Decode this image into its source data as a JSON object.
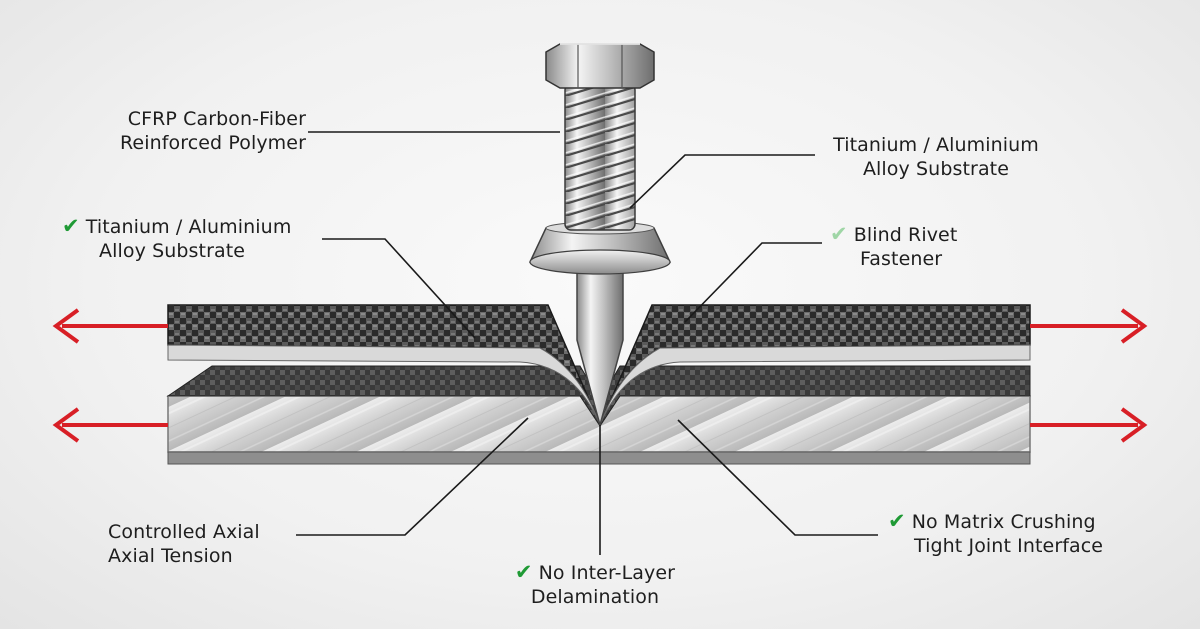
{
  "colors": {
    "check": "#1f9a35",
    "check_faded": "#9fd6a6",
    "arrow": "#d81f26",
    "leader": "#1a1a1a"
  },
  "labels": {
    "cfrp": {
      "line1": "CFRP Carbon-Fiber",
      "line2": "Reinforced Polymer"
    },
    "substrate_right": {
      "line1": "Titanium / Aluminium",
      "line2": "Alloy Substrate"
    },
    "substrate_left": {
      "check": "✔",
      "line1": "Titanium / Aluminium",
      "line2": "Alloy Substrate"
    },
    "rivet": {
      "check": "✔",
      "line1": "Blind Rivet",
      "line2": "Fastener"
    },
    "tension": {
      "line1": "Controlled Axial",
      "line2": "Axial Tension"
    },
    "delamination": {
      "check": "✔",
      "line1": "No Inter-Layer",
      "line2": "Delamination"
    },
    "crushing": {
      "check": "✔",
      "line1": "No Matrix Crushing",
      "line2": "Tight Joint Interface"
    }
  },
  "icons": [
    "check-icon",
    "tension-arrow-icon",
    "hex-bolt-icon"
  ]
}
